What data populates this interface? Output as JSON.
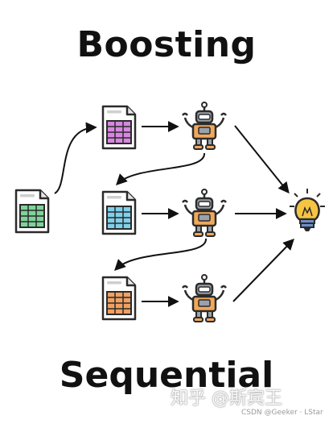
{
  "title": "Boosting",
  "subtitle": "Sequential",
  "watermark": {
    "main": "知乎 @斯宾王",
    "sub": "CSDN @Geeker · LStar"
  },
  "colors": {
    "sheet_row1": "#d687e0",
    "sheet_row2": "#7fd0ea",
    "sheet_row3": "#f0a062",
    "sheet_input": "#7fd39a",
    "robot_orange": "#f0a85a",
    "robot_gray": "#9aa1ab",
    "bulb": "#f6c443"
  },
  "icons": [
    "spreadsheet-icon",
    "robot-icon",
    "lightbulb-icon"
  ]
}
